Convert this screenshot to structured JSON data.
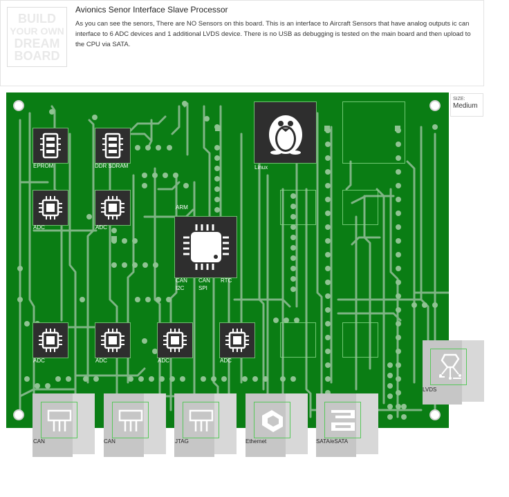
{
  "header": {
    "logo_lines": [
      "BUILD",
      "YOUR OWN",
      "DREAM",
      "BOARD"
    ],
    "title": "Avionics Senor Interface Slave Processor",
    "description": "As you can see the senors, There are NO Sensors on this board. This is an interface to  Aircraft Sensors that have analog outputs ic can interface to 6 ADC devices and 1 additional LVDS device. There is no USB as debugging is tested on the main board and then upload to the CPU via SATA."
  },
  "size": {
    "label": "SIZE:",
    "value": "Medium"
  },
  "modules": {
    "eprom": {
      "label": "EPROM",
      "icon": "memory-icon"
    },
    "ddr": {
      "label": "DDR SDRAM",
      "icon": "memory-icon"
    },
    "linux": {
      "label": "Linux",
      "icon": "linux-penguin-icon"
    },
    "adc_labels": [
      "ADC",
      "ADC",
      "ADC",
      "ADC",
      "ADC",
      "ADC"
    ],
    "cpu": {
      "label": "ARM",
      "icon": "processor-icon",
      "pins": [
        "CAN",
        "CAN",
        "RTC",
        "I2C",
        "SPI"
      ]
    },
    "lvds": {
      "label": "LVDS",
      "icon": "lvds-connector-icon"
    }
  },
  "ports": [
    {
      "label": "CAN",
      "icon": "header-connector-icon"
    },
    {
      "label": "CAN",
      "icon": "header-connector-icon"
    },
    {
      "label": "JTAG",
      "icon": "header-connector-icon"
    },
    {
      "label": "Ethernet",
      "icon": "ethernet-port-icon"
    },
    {
      "label": "SATA/eSATA",
      "icon": "sata-port-icon"
    }
  ],
  "colors": {
    "board": "#0a7d14",
    "trace": "#7fb585",
    "module": "#2e2e2e",
    "outline": "#57c75a"
  }
}
